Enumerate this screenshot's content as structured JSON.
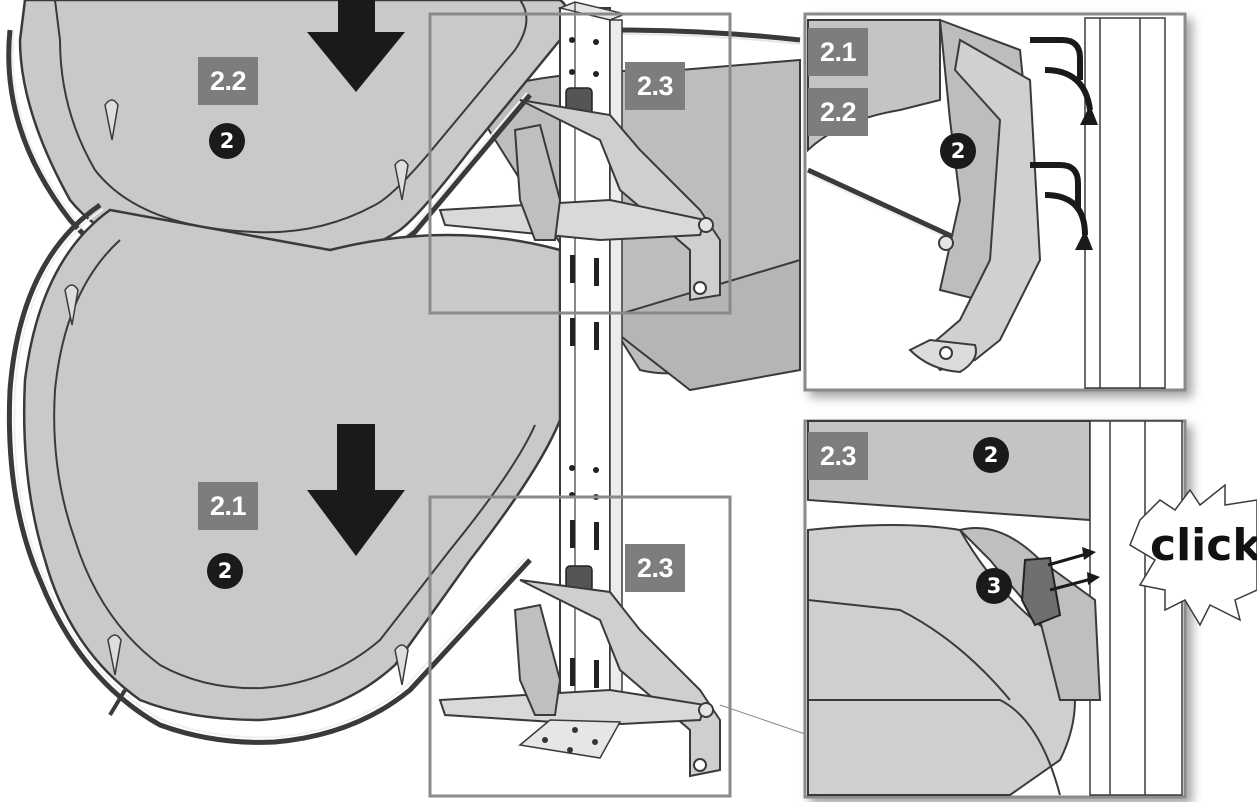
{
  "labels": {
    "main_top": "2.2",
    "main_bottom": "2.1",
    "detail_top_upper": "2.3",
    "detail_top_lower": "2.3",
    "inset_top_a": "2.1",
    "inset_top_b": "2.2",
    "inset_bottom": "2.3"
  },
  "steps": {
    "main_top": "2",
    "main_bottom": "2",
    "inset_top": "2",
    "inset_bottom_a": "2",
    "inset_bottom_b": "3"
  },
  "click_text": "click",
  "colors": {
    "tray_fill": "#c9c9c9",
    "tray_stroke": "#3a3a3a",
    "label_bg": "#7d7d7d",
    "frame": "#8a8a8a",
    "arrow": "#1a1a1a"
  }
}
